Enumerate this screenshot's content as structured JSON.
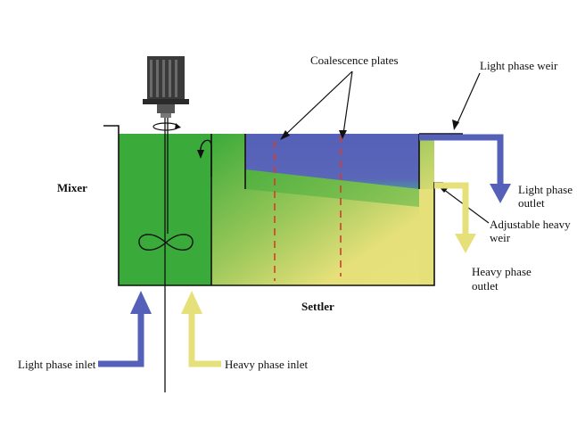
{
  "labels": {
    "mixer": "Mixer",
    "settler": "Settler",
    "coalescence_plates": "Coalescence plates",
    "light_phase_weir": "Light phase weir",
    "light_phase_outlet_line1": "Light phase",
    "light_phase_outlet_line2": "outlet",
    "adjustable_heavy_weir_line1": "Adjustable heavy",
    "adjustable_heavy_weir_line2": "weir",
    "heavy_phase_outlet_line1": "Heavy phase",
    "heavy_phase_outlet_line2": "outlet",
    "light_phase_inlet": "Light phase inlet",
    "heavy_phase_inlet": "Heavy phase inlet"
  },
  "colors": {
    "light_phase": "#5560b8",
    "heavy_phase": "#e6e07a",
    "mixed_phase": "#3aaa3a",
    "plate_line": "#d83a2a",
    "outline": "#111111",
    "motor": "#3a3a3a"
  },
  "icons": {
    "motor": "electric-motor-icon",
    "impeller": "propeller-impeller-icon",
    "rotation": "rotation-arrow-icon"
  }
}
